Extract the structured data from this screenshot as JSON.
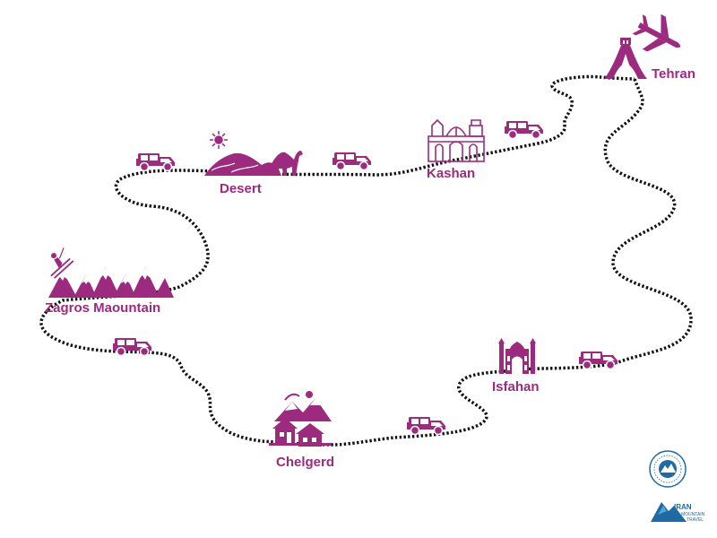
{
  "route": {
    "stops": [
      {
        "id": "tehran",
        "label": "Tehran",
        "icon": "azadi-tower-icon"
      },
      {
        "id": "kashan",
        "label": "Kashan",
        "icon": "kashan-mosque-icon"
      },
      {
        "id": "desert",
        "label": "Desert",
        "icon": "desert-camel-icon"
      },
      {
        "id": "zagros",
        "label": "Zagros Maountain",
        "icon": "mountain-skier-icon"
      },
      {
        "id": "chelgerd",
        "label": "Chelgerd",
        "icon": "village-houses-icon"
      },
      {
        "id": "isfahan",
        "label": "Isfahan",
        "icon": "isfahan-mosque-icon"
      }
    ],
    "vehicle_icon": "jeep-icon",
    "start_icon": "airplane-icon"
  },
  "colors": {
    "accent": "#9c2b7f",
    "path": "#111111",
    "logo_blue": "#1f6aa3",
    "logo_light": "#4aa8d8"
  },
  "logos": {
    "seal_icon": "iran-tourism-seal-icon",
    "brand_icon": "iran-mountain-travel-logo-icon",
    "brand_text_1": "IRAN",
    "brand_text_2": "MOUNTAIN",
    "brand_text_3": "TRAVEL"
  }
}
